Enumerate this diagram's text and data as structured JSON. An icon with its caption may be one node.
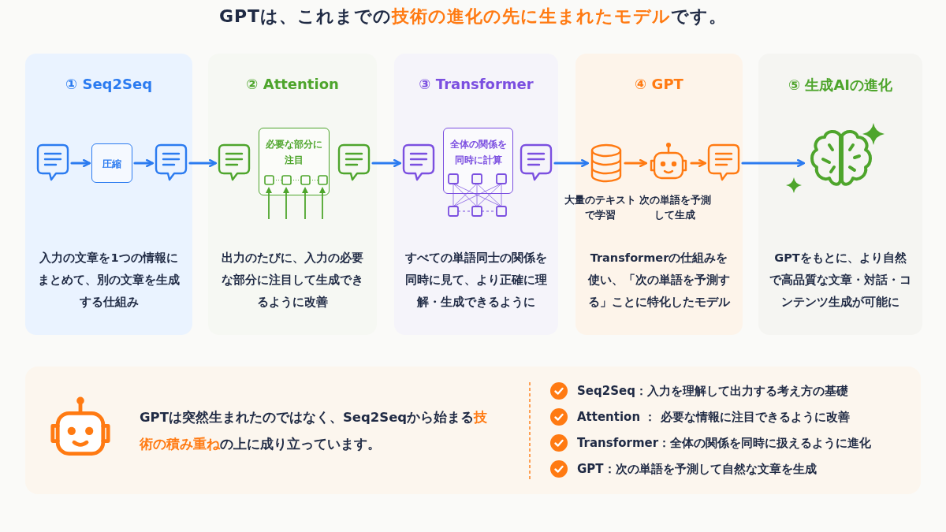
{
  "diagram": {
    "title": "GPTは、これまでの**技術の進化の先に生まれたモデル**です。",
    "nodes": [
      {
        "text": [
          "① Seq2Seq",
          "入力の文章を1つの情報にまとめて、別の文章を生成する仕組み"
        ]
      },
      {
        "text": [],
        "shape": "bubble",
        "in": 0
      },
      {
        "text": [
          "圧縮"
        ],
        "in": 0
      },
      {
        "text": [],
        "shape": "bubble",
        "in": 0
      },
      {
        "text": [
          "② Attention",
          "出力のたびに、入力の必要な部分に注目して生成できるように改善"
        ]
      },
      {
        "text": [],
        "shape": "bubble",
        "in": 4
      },
      {
        "text": [
          "必要な部分に注目"
        ],
        "in": 4
      },
      {
        "text": [],
        "shape": "bubble",
        "in": 4
      },
      {
        "text": [
          "③ Transformer",
          "すべての単語同士の関係を同時に見て、より正確に理解・生成できるように"
        ]
      },
      {
        "text": [],
        "shape": "bubble",
        "in": 8
      },
      {
        "text": [
          "全体の関係を同時に計算"
        ],
        "in": 8
      },
      {
        "text": [],
        "shape": "bubble",
        "in": 8
      },
      {
        "text": [
          "④ GPT",
          "Transformerの仕組みを使い、「次の単語を予測する」ことに特化したモデル"
        ]
      },
      {
        "text": [],
        "shape": "cylinder",
        "in": 12,
        "beside": [
          "大量のテキストで学習"
        ]
      },
      {
        "text": [],
        "shape": "robot",
        "in": 12,
        "beside": [
          "次の単語を予測して生成"
        ]
      },
      {
        "text": [],
        "shape": "bubble",
        "in": 12
      },
      {
        "text": [
          "⑤ 生成AIの進化",
          "GPTをもとに、より自然で高品質な文章・対話・コンテンツ生成が可能に"
        ]
      },
      {
        "text": [],
        "shape": "brain",
        "in": 16
      },
      {
        "text": [
          "GPTは突然生まれたのではなく、Seq2Seqから始まる**技術の積み重ね**の上に成り立っています。",
          "Seq2Seq：入力を理解して出力する考え方の基礎",
          "Attention ： 必要な情報に注目できるように改善",
          "Transformer：全体の関係を同時に扱えるように進化",
          "GPT：次の単語を予測して自然な文章を生成"
        ]
      }
    ],
    "edges": [
      {
        "from": 1,
        "to": 2,
        "arrow": "to"
      },
      {
        "from": 2,
        "to": 3,
        "arrow": "to"
      },
      {
        "from": 3,
        "to": 5,
        "arrow": "to"
      },
      {
        "from": 7,
        "to": 9,
        "arrow": "to"
      },
      {
        "from": 11,
        "to": 13,
        "arrow": "to"
      },
      {
        "from": 13,
        "to": 14,
        "arrow": "to",
        "color": "#ff7a12"
      },
      {
        "from": 14,
        "to": 15,
        "arrow": "to",
        "color": "#ff7a12"
      },
      {
        "from": 15,
        "to": 17,
        "arrow": "to"
      }
    ]
  }
}
